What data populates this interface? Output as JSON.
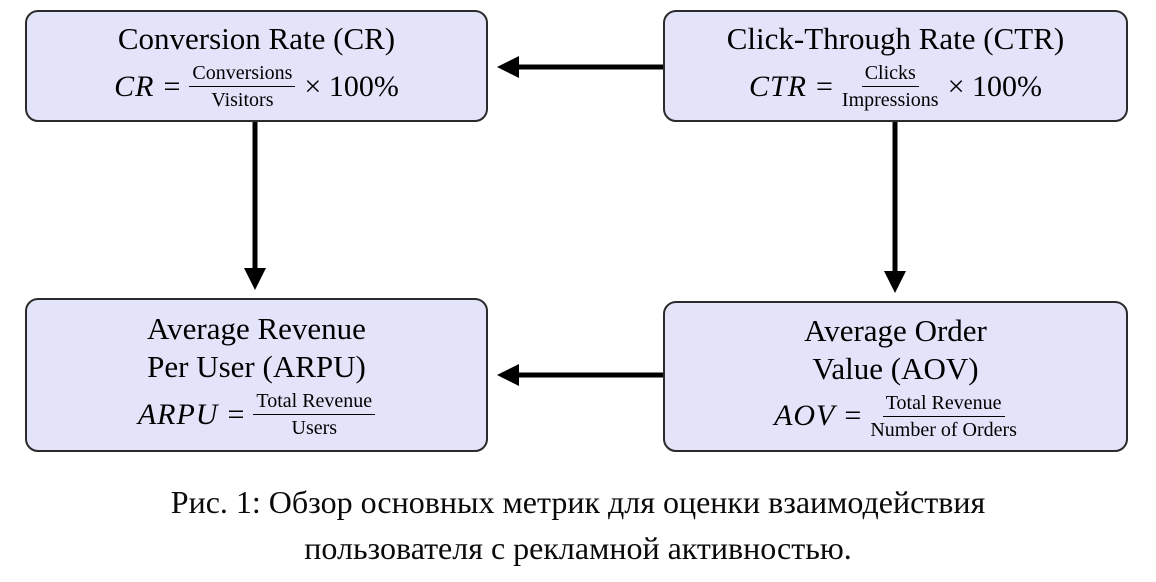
{
  "diagram": {
    "boxes": [
      {
        "id": "cr",
        "title_lines": [
          "Conversion Rate (CR)"
        ],
        "formula": {
          "lhs": "CR",
          "eq": "=",
          "numerator": "Conversions",
          "denominator": "Visitors",
          "multiplier": "× 100%"
        }
      },
      {
        "id": "ctr",
        "title_lines": [
          "Click-Through Rate (CTR)"
        ],
        "formula": {
          "lhs": "CTR",
          "eq": "=",
          "numerator": "Clicks",
          "denominator": "Impressions",
          "multiplier": "× 100%"
        }
      },
      {
        "id": "arpu",
        "title_lines": [
          "Average Revenue",
          "Per User (ARPU)"
        ],
        "formula": {
          "lhs": "ARPU",
          "eq": "=",
          "numerator": "Total Revenue",
          "denominator": "Users"
        }
      },
      {
        "id": "aov",
        "title_lines": [
          "Average Order",
          "Value (AOV)"
        ],
        "formula": {
          "lhs": "AOV",
          "eq": "=",
          "numerator": "Total Revenue",
          "denominator": "Number of Orders"
        }
      }
    ],
    "edges": [
      {
        "from": "ctr",
        "to": "cr"
      },
      {
        "from": "cr",
        "to": "arpu"
      },
      {
        "from": "ctr",
        "to": "aov"
      },
      {
        "from": "aov",
        "to": "arpu"
      }
    ],
    "colors": {
      "box_fill": "#e3e3fa",
      "box_border": "#2b2b2b",
      "arrow": "#000000",
      "text": "#000000"
    }
  },
  "caption": {
    "lines": [
      "Рис. 1: Обзор основных метрик для оценки взаимодействия",
      "пользователя с рекламной активностью."
    ]
  }
}
